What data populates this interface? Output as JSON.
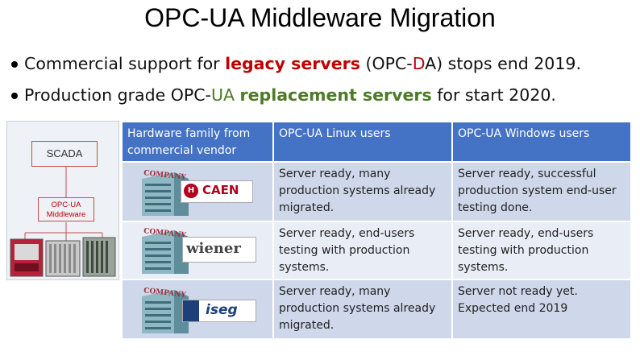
{
  "slide": {
    "title": "OPC-UA Middleware Migration",
    "bullets": [
      {
        "pre": "Commercial support for ",
        "hl": "legacy servers",
        "mid": " (OPC-",
        "hl2": "D",
        "post": "A) stops end 2019."
      },
      {
        "pre": "Production grade OPC-",
        "hl2": "UA",
        "mid": " ",
        "hl": "replacement servers",
        "post": " for start 2020."
      }
    ]
  },
  "diagram": {
    "scada_label": "SCADA",
    "middleware_label": "OPC-UA Middleware"
  },
  "table": {
    "headers": [
      "Hardware family from commercial vendor",
      "OPC-UA Linux users",
      "OPC-UA Windows users"
    ],
    "rows": [
      {
        "vendor": "CAEN",
        "company_tag": "COMPANY",
        "linux": "Server ready, many production systems already migrated.",
        "windows": "Server ready, successful production system end-user testing done."
      },
      {
        "vendor": "wiener",
        "company_tag": "COMPANY",
        "linux": "Server ready, end-users testing with production systems.",
        "windows": "Server ready, end-users testing with production systems."
      },
      {
        "vendor": "iseg",
        "company_tag": "COMPANY",
        "linux": "Server ready, many production systems already migrated.",
        "windows": "Server not ready yet. Expected end 2019"
      }
    ]
  },
  "colors": {
    "header_bg": "#4472c4",
    "row_dark": "#cfd7ea",
    "row_light": "#e9edf5",
    "highlight_red": "#c00000",
    "highlight_green": "#4e7a27"
  }
}
